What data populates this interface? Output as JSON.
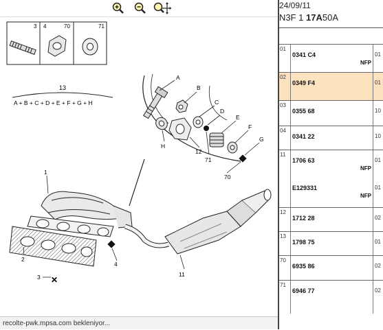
{
  "toolbar": {
    "zoom_in": "zoom-in-icon",
    "zoom_out": "zoom-out-icon",
    "zoom_move": "zoom-move-icon"
  },
  "diagram": {
    "inset_labels": [
      "3",
      "4",
      "70",
      "71"
    ],
    "callouts": {
      "a": "A",
      "b": "B",
      "c": "C",
      "d": "D",
      "e": "E",
      "f": "F",
      "g": "G",
      "h": "H",
      "n1": "1",
      "n2": "2",
      "n3": "3",
      "n4": "4",
      "n11": "11",
      "n12": "12",
      "n13": "13",
      "n70": "70",
      "n71": "71"
    },
    "formula": "A + B + C + D + E + F + G + H"
  },
  "statusbar": {
    "text": "recolte-pwk.mpsa.com bekleniyor..."
  },
  "panel": {
    "date": "24/09/11",
    "code_part1": "N3F 1",
    "code_bold": "17A",
    "code_part2": "50A",
    "rows": [
      {
        "num": "01",
        "lines": [
          {
            "ref": "0341 C4",
            "nfp": "NFP",
            "qty": "01"
          }
        ]
      },
      {
        "num": "02",
        "selected": true,
        "lines": [
          {
            "ref": "0349 F4",
            "nfp": "",
            "qty": "01"
          }
        ]
      },
      {
        "num": "03",
        "lines": [
          {
            "ref": "0355 68",
            "nfp": "",
            "qty": "10"
          }
        ]
      },
      {
        "num": "04",
        "lines": [
          {
            "ref": "0341 22",
            "nfp": "",
            "qty": "10"
          }
        ]
      },
      {
        "num": "11",
        "lines": [
          {
            "ref": "1706 63",
            "nfp": "NFP",
            "qty": "01"
          },
          {
            "ref": "E129331",
            "nfp": "NFP",
            "qty": "01"
          }
        ]
      },
      {
        "num": "12",
        "lines": [
          {
            "ref": "1712 28",
            "nfp": "",
            "qty": "02"
          }
        ]
      },
      {
        "num": "13",
        "lines": [
          {
            "ref": "1798 75",
            "nfp": "",
            "qty": "01"
          }
        ]
      },
      {
        "num": "70",
        "lines": [
          {
            "ref": "6935 86",
            "nfp": "",
            "qty": "02"
          }
        ]
      },
      {
        "num": "71",
        "lines": [
          {
            "ref": "6946 77",
            "nfp": "",
            "qty": "02"
          }
        ]
      }
    ]
  }
}
